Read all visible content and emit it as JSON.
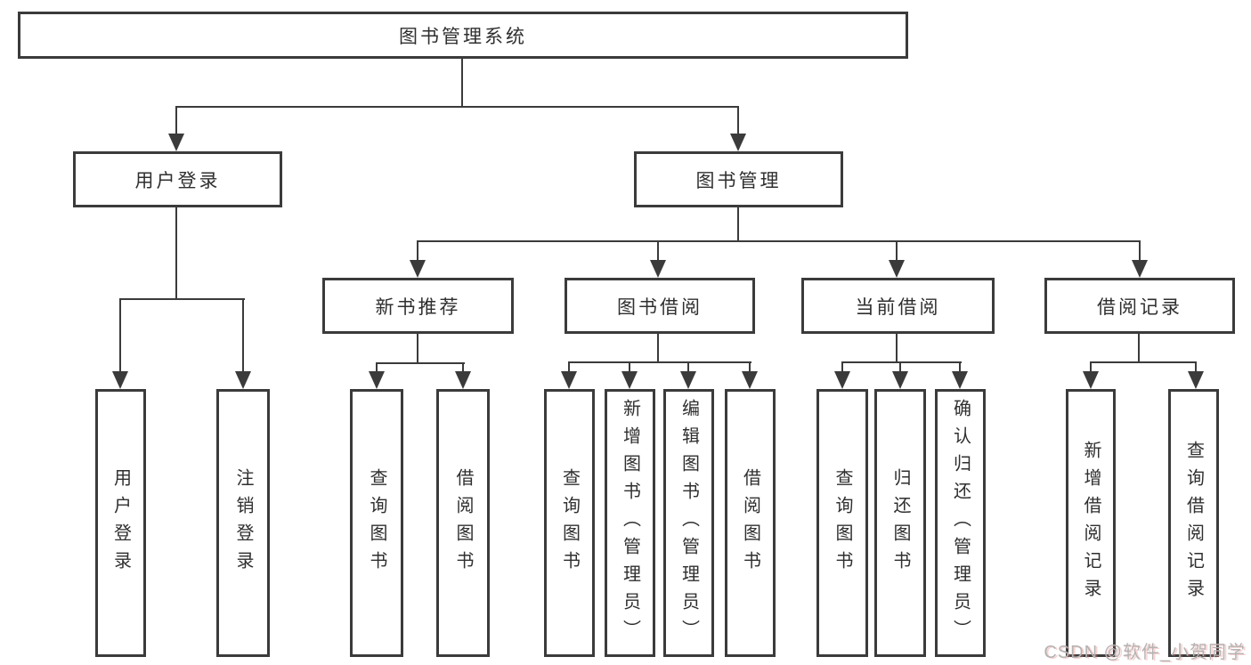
{
  "diagram": {
    "root": {
      "label": "图书管理系统"
    },
    "user_login": {
      "label": "用户登录",
      "children": [
        "用户登录",
        "注销登录"
      ]
    },
    "book_mgmt": {
      "label": "图书管理",
      "sections": [
        {
          "label": "新书推荐",
          "children": [
            "查询图书",
            "借阅图书"
          ]
        },
        {
          "label": "图书借阅",
          "children": [
            "查询图书",
            "新增图书（管理员）",
            "编辑图书（管理员）",
            "借阅图书"
          ]
        },
        {
          "label": "当前借阅",
          "children": [
            "查询图书",
            "归还图书",
            "确认归还（管理员）"
          ]
        },
        {
          "label": "借阅记录",
          "children": [
            "新增借阅记录",
            "查询借阅记录"
          ]
        }
      ]
    }
  },
  "watermark": {
    "text": "CSDN @软件_小贺同学"
  },
  "colors": {
    "line": "#3b3b3b",
    "text": "#2f2f2f",
    "background": "#ffffff",
    "watermark": "#b5b2b2",
    "watermark_shadow": "#e98080"
  }
}
